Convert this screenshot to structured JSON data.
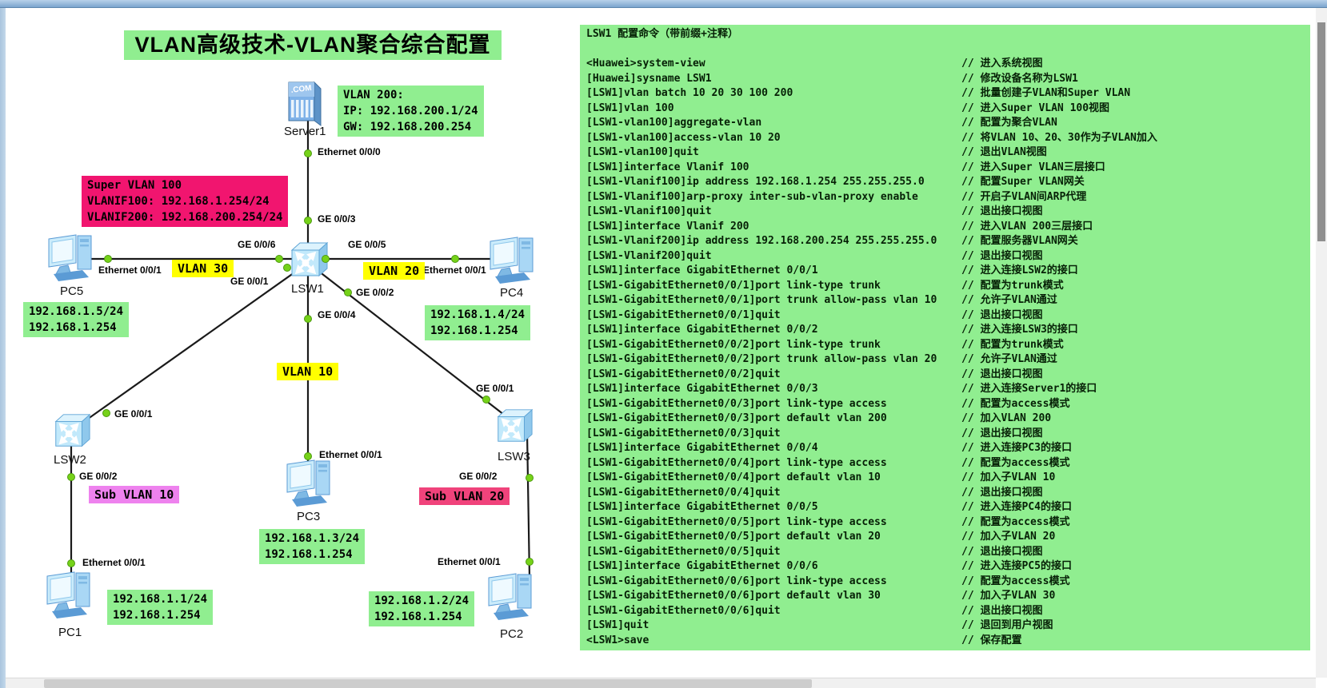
{
  "diagram": {
    "title": "VLAN高级技术-VLAN聚合综合配置",
    "devices": {
      "server1": "Server1",
      "lsw1": "LSW1",
      "lsw2": "LSW2",
      "lsw3": "LSW3",
      "pc1": "PC1",
      "pc2": "PC2",
      "pc3": "PC3",
      "pc4": "PC4",
      "pc5": "PC5"
    },
    "server_icon_text": ".COM",
    "port_labels": {
      "eth000": "Ethernet 0/0/0",
      "eth001": "Ethernet 0/0/1",
      "ge001": "GE 0/0/1",
      "ge002": "GE 0/0/2",
      "ge003": "GE 0/0/3",
      "ge004": "GE 0/0/4",
      "ge005": "GE 0/0/5",
      "ge006": "GE 0/0/6"
    },
    "tags": {
      "vlan10": "VLAN 10",
      "vlan20": "VLAN 20",
      "vlan30": "VLAN 30",
      "sub_vlan10": "Sub VLAN 10",
      "sub_vlan20": "Sub VLAN 20"
    },
    "notes": {
      "server_vlan": [
        "VLAN 200:",
        "IP: 192.168.200.1/24",
        "GW: 192.168.200.254"
      ],
      "super_vlan": [
        "Super VLAN 100",
        "VLANIF100: 192.168.1.254/24",
        "VLANIF200: 192.168.200.254/24"
      ],
      "pc1_ip": [
        "192.168.1.1/24",
        "192.168.1.254"
      ],
      "pc2_ip": [
        "192.168.1.2/24",
        "192.168.1.254"
      ],
      "pc3_ip": [
        "192.168.1.3/24",
        "192.168.1.254"
      ],
      "pc4_ip": [
        "192.168.1.4/24",
        "192.168.1.254"
      ],
      "pc5_ip": [
        "192.168.1.5/24",
        "192.168.1.254"
      ]
    }
  },
  "config_panel": {
    "title": "LSW1 配置命令（带前缀+注释）",
    "lines": [
      {
        "cmd": "<Huawei>system-view",
        "comment": "// 进入系统视图"
      },
      {
        "cmd": "[Huawei]sysname LSW1",
        "comment": "// 修改设备名称为LSW1"
      },
      {
        "cmd": "[LSW1]vlan batch 10 20 30 100 200",
        "comment": "// 批量创建子VLAN和Super VLAN"
      },
      {
        "cmd": "[LSW1]vlan 100",
        "comment": "// 进入Super VLAN 100视图"
      },
      {
        "cmd": "[LSW1-vlan100]aggregate-vlan",
        "comment": "// 配置为聚合VLAN"
      },
      {
        "cmd": "[LSW1-vlan100]access-vlan 10 20",
        "comment": "// 将VLAN 10、20、30作为子VLAN加入"
      },
      {
        "cmd": "[LSW1-vlan100]quit",
        "comment": "// 退出VLAN视图"
      },
      {
        "cmd": "[LSW1]interface Vlanif 100",
        "comment": "// 进入Super VLAN三层接口"
      },
      {
        "cmd": "[LSW1-Vlanif100]ip address 192.168.1.254 255.255.255.0",
        "comment": "// 配置Super VLAN网关"
      },
      {
        "cmd": "[LSW1-Vlanif100]arp-proxy inter-sub-vlan-proxy enable",
        "comment": "// 开启子VLAN间ARP代理"
      },
      {
        "cmd": "[LSW1-Vlanif100]quit",
        "comment": "// 退出接口视图"
      },
      {
        "cmd": "[LSW1]interface Vlanif 200",
        "comment": "// 进入VLAN 200三层接口"
      },
      {
        "cmd": "[LSW1-Vlanif200]ip address 192.168.200.254 255.255.255.0",
        "comment": "// 配置服务器VLAN网关"
      },
      {
        "cmd": "[LSW1-Vlanif200]quit",
        "comment": "// 退出接口视图"
      },
      {
        "cmd": "[LSW1]interface GigabitEthernet 0/0/1",
        "comment": "// 进入连接LSW2的接口"
      },
      {
        "cmd": "[LSW1-GigabitEthernet0/0/1]port link-type trunk",
        "comment": "// 配置为trunk模式"
      },
      {
        "cmd": "[LSW1-GigabitEthernet0/0/1]port trunk allow-pass vlan 10",
        "comment": "// 允许子VLAN通过"
      },
      {
        "cmd": "[LSW1-GigabitEthernet0/0/1]quit",
        "comment": "// 退出接口视图"
      },
      {
        "cmd": "[LSW1]interface GigabitEthernet 0/0/2",
        "comment": "// 进入连接LSW3的接口"
      },
      {
        "cmd": "[LSW1-GigabitEthernet0/0/2]port link-type trunk",
        "comment": "// 配置为trunk模式"
      },
      {
        "cmd": "[LSW1-GigabitEthernet0/0/2]port trunk allow-pass vlan 20",
        "comment": "// 允许子VLAN通过"
      },
      {
        "cmd": "[LSW1-GigabitEthernet0/0/2]quit",
        "comment": "// 退出接口视图"
      },
      {
        "cmd": "[LSW1]interface GigabitEthernet 0/0/3",
        "comment": "// 进入连接Server1的接口"
      },
      {
        "cmd": "[LSW1-GigabitEthernet0/0/3]port link-type access",
        "comment": "// 配置为access模式"
      },
      {
        "cmd": "[LSW1-GigabitEthernet0/0/3]port default vlan 200",
        "comment": "// 加入VLAN 200"
      },
      {
        "cmd": "[LSW1-GigabitEthernet0/0/3]quit",
        "comment": "// 退出接口视图"
      },
      {
        "cmd": "[LSW1]interface GigabitEthernet 0/0/4",
        "comment": "// 进入连接PC3的接口"
      },
      {
        "cmd": "[LSW1-GigabitEthernet0/0/4]port link-type access",
        "comment": "// 配置为access模式"
      },
      {
        "cmd": "[LSW1-GigabitEthernet0/0/4]port default vlan 10",
        "comment": "// 加入子VLAN 10"
      },
      {
        "cmd": "[LSW1-GigabitEthernet0/0/4]quit",
        "comment": "// 退出接口视图"
      },
      {
        "cmd": "[LSW1]interface GigabitEthernet 0/0/5",
        "comment": "// 进入连接PC4的接口"
      },
      {
        "cmd": "[LSW1-GigabitEthernet0/0/5]port link-type access",
        "comment": "// 配置为access模式"
      },
      {
        "cmd": "[LSW1-GigabitEthernet0/0/5]port default vlan 20",
        "comment": "// 加入子VLAN 20"
      },
      {
        "cmd": "[LSW1-GigabitEthernet0/0/5]quit",
        "comment": "// 退出接口视图"
      },
      {
        "cmd": "[LSW1]interface GigabitEthernet 0/0/6",
        "comment": "// 进入连接PC5的接口"
      },
      {
        "cmd": "[LSW1-GigabitEthernet0/0/6]port link-type access",
        "comment": "// 配置为access模式"
      },
      {
        "cmd": "[LSW1-GigabitEthernet0/0/6]port default vlan 30",
        "comment": "// 加入子VLAN 30"
      },
      {
        "cmd": "[LSW1-GigabitEthernet0/0/6]quit",
        "comment": "// 退出接口视图"
      },
      {
        "cmd": "[LSW1]quit",
        "comment": "// 退回到用户视图"
      },
      {
        "cmd": "<LSW1>save",
        "comment": "// 保存配置"
      }
    ]
  },
  "colors": {
    "highlight_green": "#90EE90",
    "super_vlan_pink": "#F1156F",
    "sub_vlan10_violet": "#EE82EE",
    "sub_vlan20_pink": "#F0437B",
    "vlan_tag_yellow": "#FFFF00",
    "port_dot_green": "#76D219"
  }
}
